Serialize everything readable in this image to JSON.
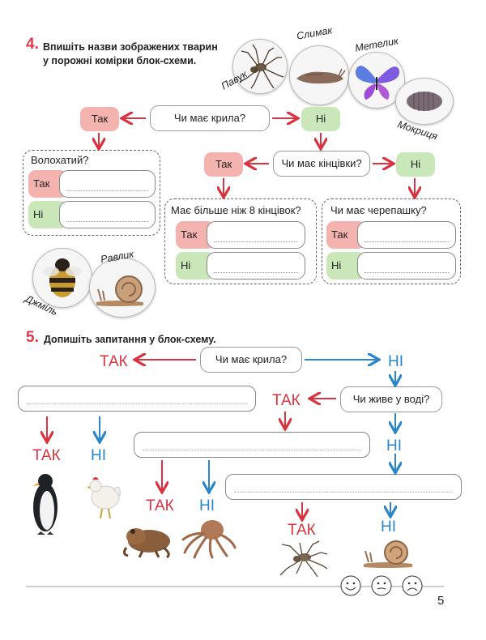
{
  "task4": {
    "number": "4.",
    "text_line1": "Впишіть назви зображених тварин",
    "text_line2": "у порожні комірки блок-схеми.",
    "labels": {
      "spider": "Павук",
      "slug": "Слимак",
      "butterfly": "Метелик",
      "woodlouse": "Мокриця",
      "bumblebee": "Джміль",
      "snail": "Равлик"
    },
    "q_wings": "Чи має крила?",
    "yes": "Так",
    "no": "Ні",
    "q_hairy": "Волохатий?",
    "q_limbs": "Чи має кінцівки?",
    "q_eight": "Має більше ніж 8 кінцівок?",
    "q_shell": "Чи має черепашку?"
  },
  "task5": {
    "number": "5.",
    "text": "Допишіть запитання у блок-схему.",
    "q_wings": "Чи має крила?",
    "q_water": "Чи живе у воді?",
    "yes": "ТАК",
    "no": "НІ"
  },
  "footer": {
    "page_number": "5"
  },
  "colors": {
    "red": "#d8333f",
    "blue": "#2a86c9",
    "pink": "#f4b3ae",
    "green": "#c9e7b8"
  },
  "icons": [
    "spider-photo",
    "slug-photo",
    "butterfly-photo",
    "woodlouse-photo",
    "bumblebee-photo",
    "snail-photo",
    "penguin-photo",
    "chicken-photo",
    "toad-photo",
    "octopus-photo",
    "smiley-happy-icon",
    "smiley-neutral-icon",
    "smiley-sad-icon"
  ]
}
